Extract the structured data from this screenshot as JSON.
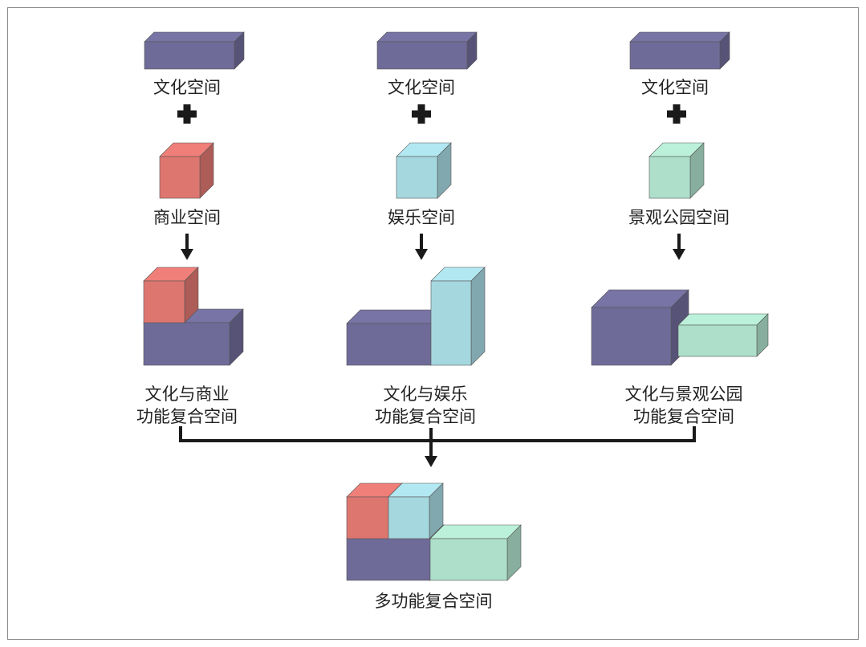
{
  "colors": {
    "culture": "#6f6b99",
    "commerce": "#de7670",
    "entertainment": "#a5d7df",
    "park": "#addfca",
    "arrow": "#1a1a1a"
  },
  "columns": [
    {
      "top_label": "文化空间",
      "plus_icon": "plus-icon",
      "second_label": "商业空间",
      "composite_label_line1": "文化与商业",
      "composite_label_line2": "功能复合空间"
    },
    {
      "top_label": "文化空间",
      "plus_icon": "plus-icon",
      "second_label": "娱乐空间",
      "composite_label_line1": "文化与娱乐",
      "composite_label_line2": "功能复合空间"
    },
    {
      "top_label": "文化空间",
      "plus_icon": "plus-icon",
      "second_label": "景观公园空间",
      "composite_label_line1": "文化与景观公园",
      "composite_label_line2": "功能复合空间"
    }
  ],
  "final_label": "多功能复合空间"
}
